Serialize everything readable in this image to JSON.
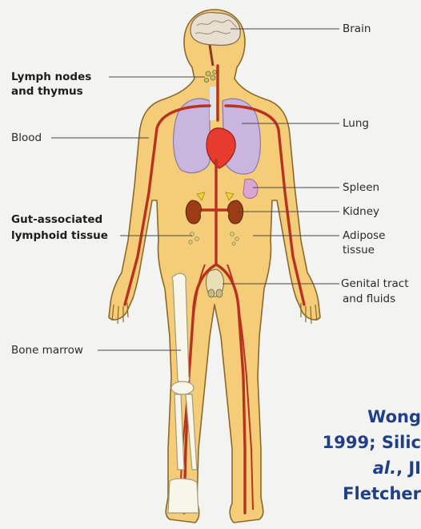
{
  "labels": {
    "brain": "Brain",
    "lymph_nodes_line1": "Lymph nodes",
    "lymph_nodes_line2": "and thymus",
    "blood": "Blood",
    "lung": "Lung",
    "spleen": "Spleen",
    "kidney": "Kidney",
    "gut_line1": "Gut-associated",
    "gut_line2": "lymphoid tissue",
    "adipose_line1": "Adipose",
    "adipose_line2": "tissue",
    "genital_line1": "Genital tract",
    "genital_line2": "and fluids",
    "bone_marrow": "Bone marrow"
  },
  "citation": {
    "line1": "Wong",
    "line2": "1999; Silic",
    "line3_italic": "al.",
    "line3_rest": ", JI",
    "line4": "Fletcher"
  },
  "colors": {
    "body_fill": "#f5cc78",
    "body_outline": "#8a6a2a",
    "artery": "#b8321f",
    "lung": "#c9b6df",
    "heart": "#e63b2e",
    "kidney": "#9a3d14",
    "adrenal": "#f4d42a",
    "spleen": "#d9a6d2",
    "brain": "#e8dfd0",
    "bone": "#f8f5ea",
    "citation": "#1f3f86"
  }
}
